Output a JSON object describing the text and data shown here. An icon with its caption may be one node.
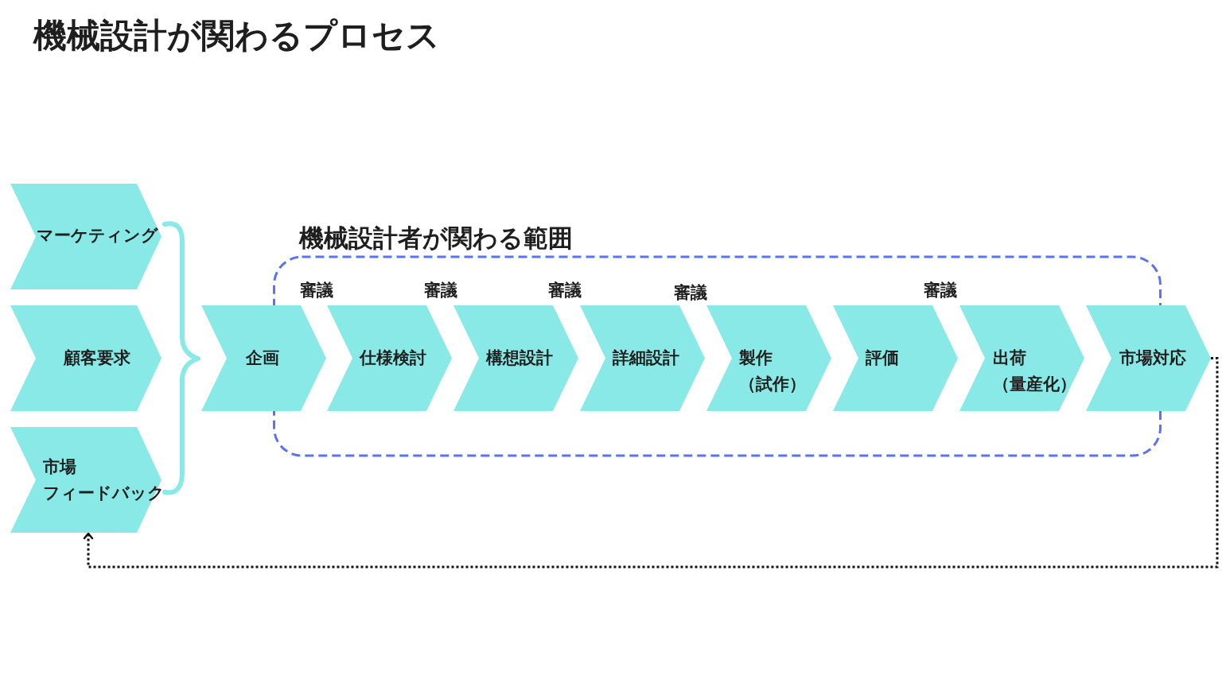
{
  "diagram": {
    "title": "機械設計が関わるプロセス",
    "nodes": [
      {
        "text": [
          "マーケティング"
        ]
      },
      {
        "text": [
          "顧客要求"
        ]
      },
      {
        "text": [
          "市場",
          "フィードバック"
        ]
      },
      {
        "text": [
          "機械設計者が関わる範囲"
        ]
      },
      {
        "text": [
          "企画"
        ]
      },
      {
        "text": [
          "仕様検討"
        ],
        "in": 3
      },
      {
        "text": [
          "構想設計"
        ],
        "in": 3
      },
      {
        "text": [
          "詳細設計"
        ],
        "in": 3
      },
      {
        "text": [
          "製作",
          "（試作）"
        ],
        "in": 3
      },
      {
        "text": [
          "評価"
        ],
        "in": 3
      },
      {
        "text": [
          "出荷",
          "（量産化）"
        ],
        "in": 3
      },
      {
        "text": [
          "市場対応"
        ]
      }
    ],
    "edges": [
      {
        "from": 11,
        "to": 2,
        "arrow": "to",
        "style": "dashed"
      }
    ],
    "labels": [
      "審議",
      "審議",
      "審議",
      "審議",
      "審議"
    ]
  }
}
